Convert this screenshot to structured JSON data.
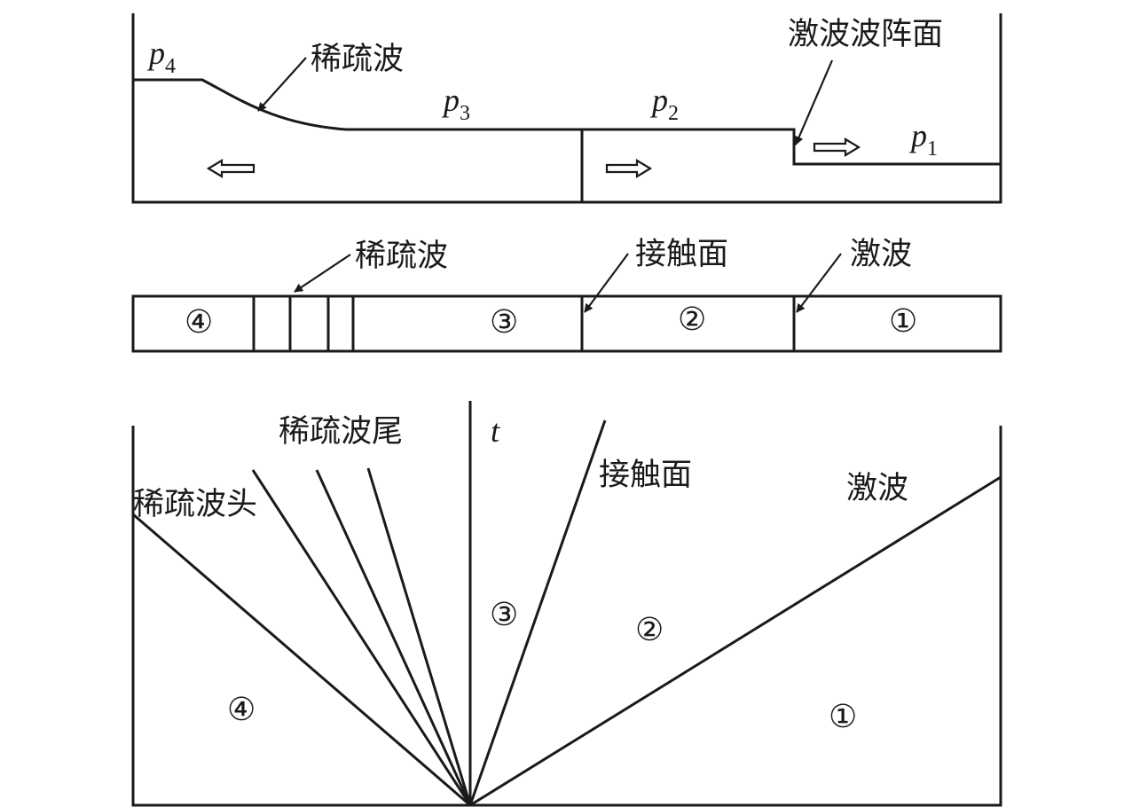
{
  "top": {
    "pressures": [
      {
        "sym": "p",
        "sub": "4"
      },
      {
        "sym": "p",
        "sub": "3"
      },
      {
        "sym": "p",
        "sub": "2"
      },
      {
        "sym": "p",
        "sub": "1"
      }
    ],
    "rarefaction_label": "稀疏波",
    "shock_front_label": "激波波阵面"
  },
  "tube": {
    "rarefaction_label": "稀疏波",
    "contact_label": "接触面",
    "shock_label": "激波",
    "regions": [
      "④",
      "③",
      "②",
      "①"
    ]
  },
  "xt": {
    "time_axis_label": "t",
    "rarefaction_tail_label": "稀疏波尾",
    "rarefaction_head_label": "稀疏波头",
    "contact_label": "接触面",
    "shock_label": "激波",
    "regions": [
      "④",
      "③",
      "②",
      "①"
    ]
  },
  "colors": {
    "ink": "#1a1a1a",
    "background": "#ffffff"
  }
}
